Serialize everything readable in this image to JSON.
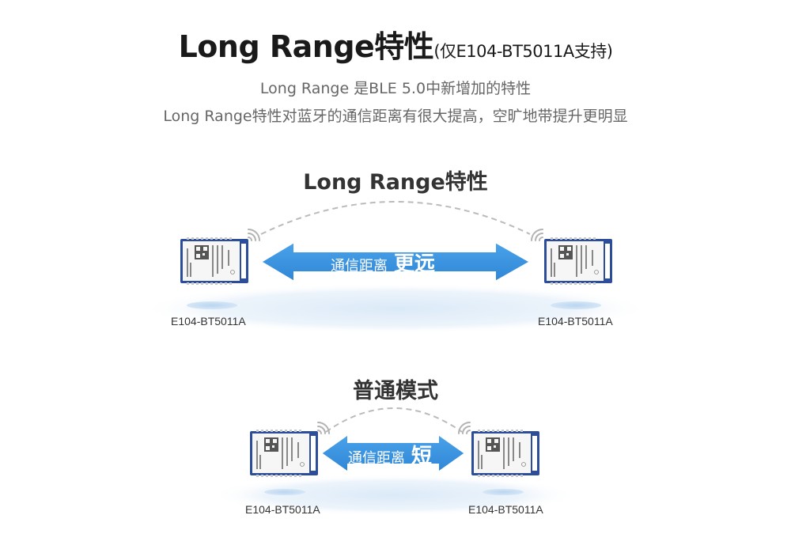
{
  "header": {
    "title_main": "Long Range特性",
    "title_suffix": "(仅E104-BT5011A支持)",
    "desc_line1": "Long Range 是BLE 5.0中新增加的特性",
    "desc_line2": "Long Range特性对蓝牙的通信距离有很大提高，空旷地带提升更明显"
  },
  "long_range": {
    "title": "Long Range特性",
    "arrow_small": "通信距离",
    "arrow_big": "更远",
    "left_label": "E104-BT5011A",
    "right_label": "E104-BT5011A"
  },
  "normal_mode": {
    "title": "普通模式",
    "arrow_small": "通信距离",
    "arrow_big": "短",
    "left_label": "E104-BT5011A",
    "right_label": "E104-BT5011A"
  },
  "colors": {
    "arrow_blue": "#3a94e2",
    "module_border": "#2b4d9a",
    "dashed_arc": "#bbbbbb"
  }
}
